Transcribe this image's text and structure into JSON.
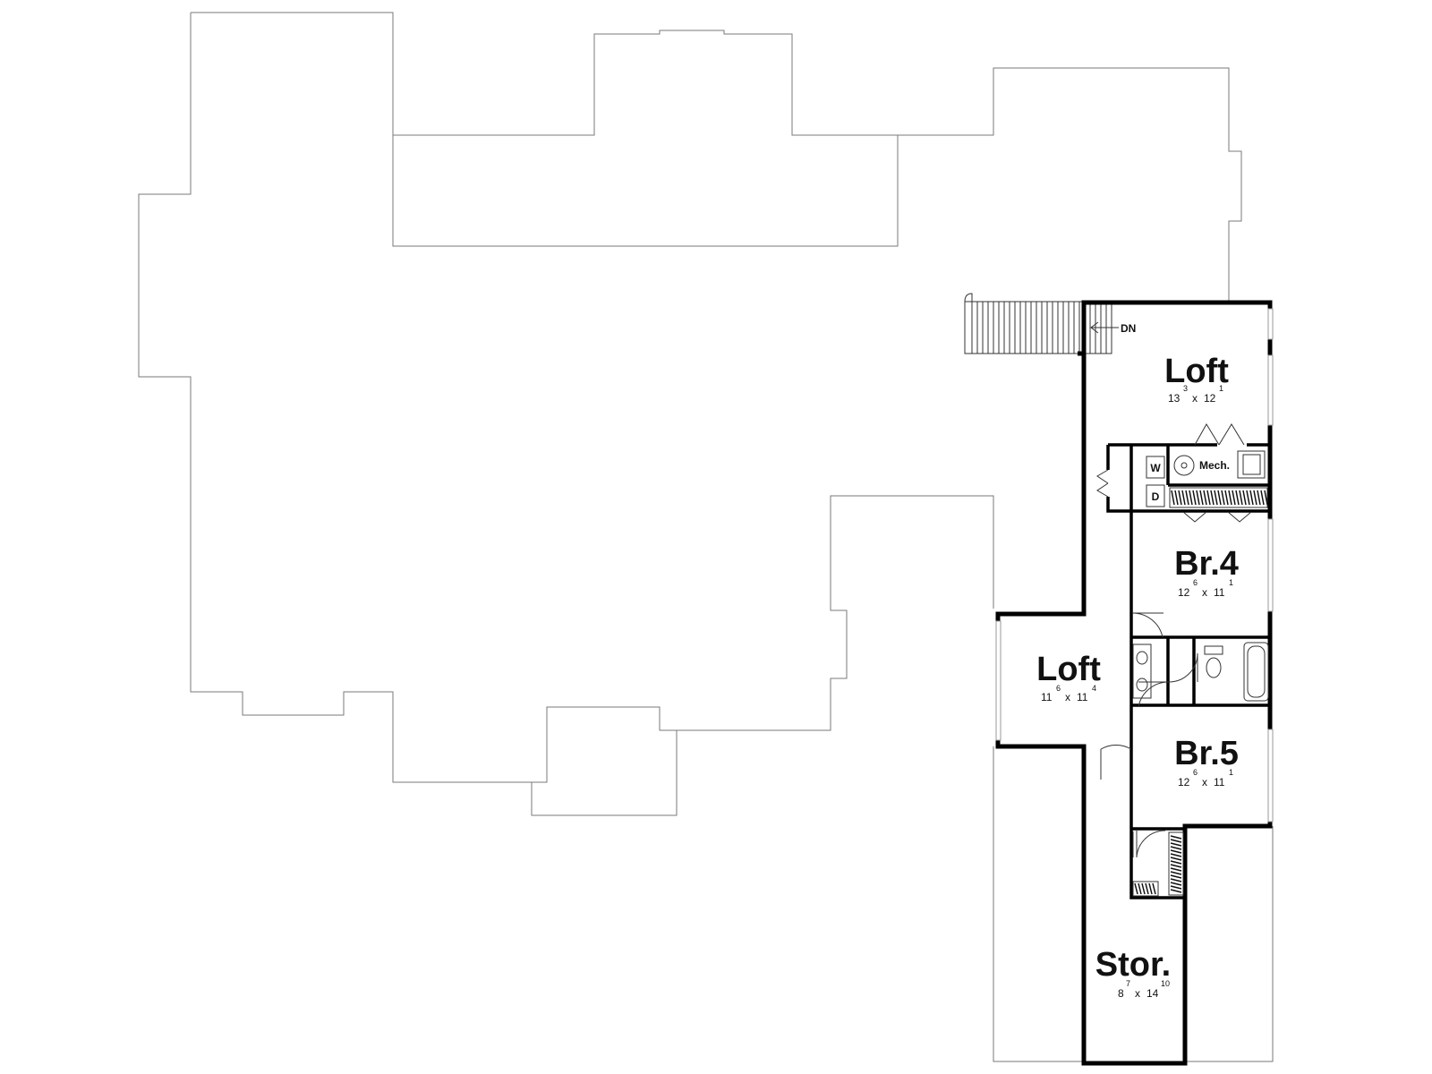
{
  "rooms": [
    {
      "name": "Loft",
      "w": "13",
      "w_in": "3",
      "h": "12",
      "h_in": "1"
    },
    {
      "name": "Br.4",
      "w": "12",
      "w_in": "6",
      "h": "11",
      "h_in": "1"
    },
    {
      "name": "Loft",
      "w": "11",
      "w_in": "6",
      "h": "11",
      "h_in": "4"
    },
    {
      "name": "Br.5",
      "w": "12",
      "w_in": "6",
      "h": "11",
      "h_in": "1"
    },
    {
      "name": "Stor.",
      "w": "8",
      "w_in": "7",
      "h": "14",
      "h_in": "10"
    }
  ],
  "labels": {
    "stair": "DN",
    "mech": "Mech.",
    "washer": "W",
    "dryer": "D",
    "dim_sep": "x"
  }
}
